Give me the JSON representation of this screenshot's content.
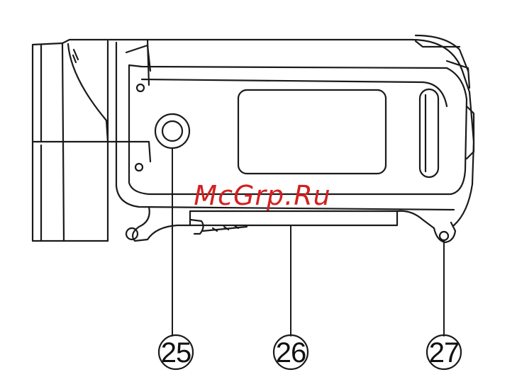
{
  "watermark": {
    "text": "McGrp.Ru",
    "color": "#d42020"
  },
  "callouts": [
    {
      "number": "25",
      "part": "tripod-socket"
    },
    {
      "number": "26",
      "part": "hand-strap-bar"
    },
    {
      "number": "27",
      "part": "strap-hook"
    }
  ],
  "colors": {
    "line": "#1a1a1a",
    "background": "#ffffff"
  }
}
